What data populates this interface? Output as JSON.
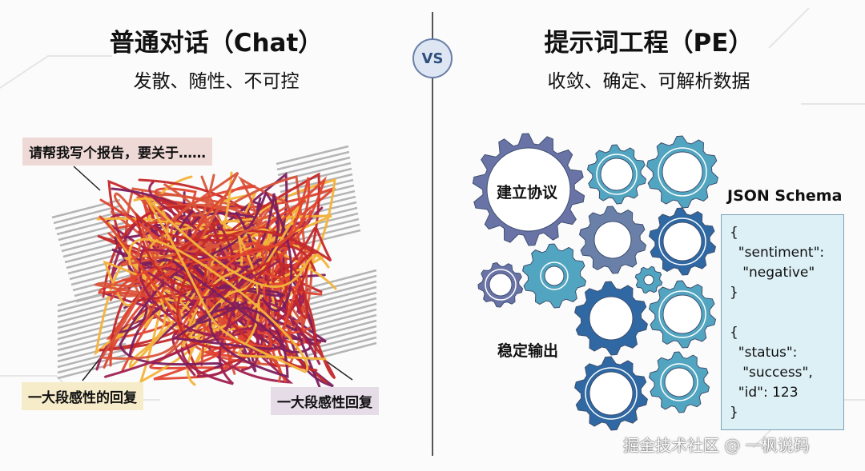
{
  "left": {
    "title": "普通对话（Chat）",
    "subtitle": "发散、随性、不可控",
    "prompt_label": "请帮我写个报告，要关于……",
    "reply_label_1": "一大段感性的回复",
    "reply_label_2": "一大段感性回复",
    "tangle_colors": [
      "#e0442f",
      "#c4282a",
      "#7c1f5e",
      "#f3b33a",
      "#d9543a",
      "#a02050"
    ]
  },
  "vs": "VS",
  "right": {
    "title": "提示词工程（PE）",
    "subtitle": "收敛、确定、可解析数据",
    "gear_label_top": "建立协议",
    "gear_label_bottom": "稳定输出",
    "schema_title": "JSON Schema",
    "schema_text": "{\n  \"sentiment\":\n   \"negative\"\n}\n\n{\n  \"status\":\n   \"success\",\n  \"id\": 123\n}",
    "gear_colors": {
      "purple": "#6a73a6",
      "teal": "#52a5c0",
      "slate": "#6b80a8",
      "blue": "#2f68a2"
    }
  },
  "watermark": "掘金技术社区 @ 一枫说码"
}
